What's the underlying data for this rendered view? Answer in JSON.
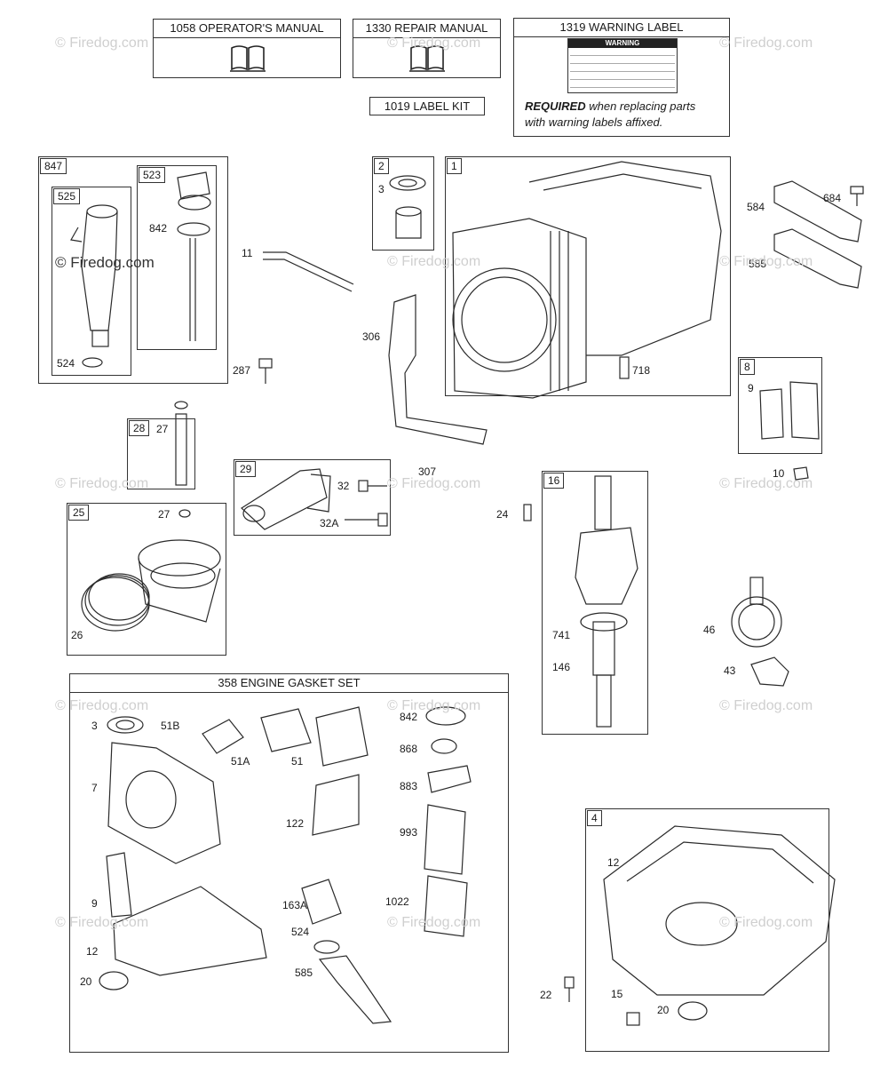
{
  "manuals": {
    "operators": "1058 OPERATOR'S MANUAL",
    "repair": "1330 REPAIR MANUAL",
    "warning_label": "1319 WARNING LABEL",
    "label_kit": "1019 LABEL KIT",
    "required_bold": "REQUIRED",
    "required_rest": " when replacing parts",
    "required_line2": "with warning labels affixed.",
    "warning_badge": "WARNING"
  },
  "gasket_set_title": "358 ENGINE GASKET SET",
  "watermark": "© Firedog.com",
  "box_tags": {
    "b847": "847",
    "b525": "525",
    "b523": "523",
    "b2": "2",
    "b1": "1",
    "b8": "8",
    "b28": "28",
    "b29": "29",
    "b25": "25",
    "b16": "16",
    "b4": "4"
  },
  "part_labels": {
    "p842a": "842",
    "p524a": "524",
    "p11": "11",
    "p287": "287",
    "p3a": "3",
    "p306": "306",
    "p307": "307",
    "p718": "718",
    "p584": "584",
    "p684": "684",
    "p585a": "585",
    "p9a": "9",
    "p10": "10",
    "p27a": "27",
    "p32": "32",
    "p32A": "32A",
    "p27b": "27",
    "p26": "26",
    "p24": "24",
    "p741": "741",
    "p146": "146",
    "p46": "46",
    "p43": "43",
    "p3b": "3",
    "p51B": "51B",
    "p51A": "51A",
    "p51": "51",
    "p842b": "842",
    "p868": "868",
    "p883": "883",
    "p993": "993",
    "p122": "122",
    "p7": "7",
    "p9b": "9",
    "p163A": "163A",
    "p1022": "1022",
    "p524b": "524",
    "p12a": "12",
    "p20a": "20",
    "p585b": "585",
    "p12b": "12",
    "p22": "22",
    "p15": "15",
    "p20b": "20"
  }
}
